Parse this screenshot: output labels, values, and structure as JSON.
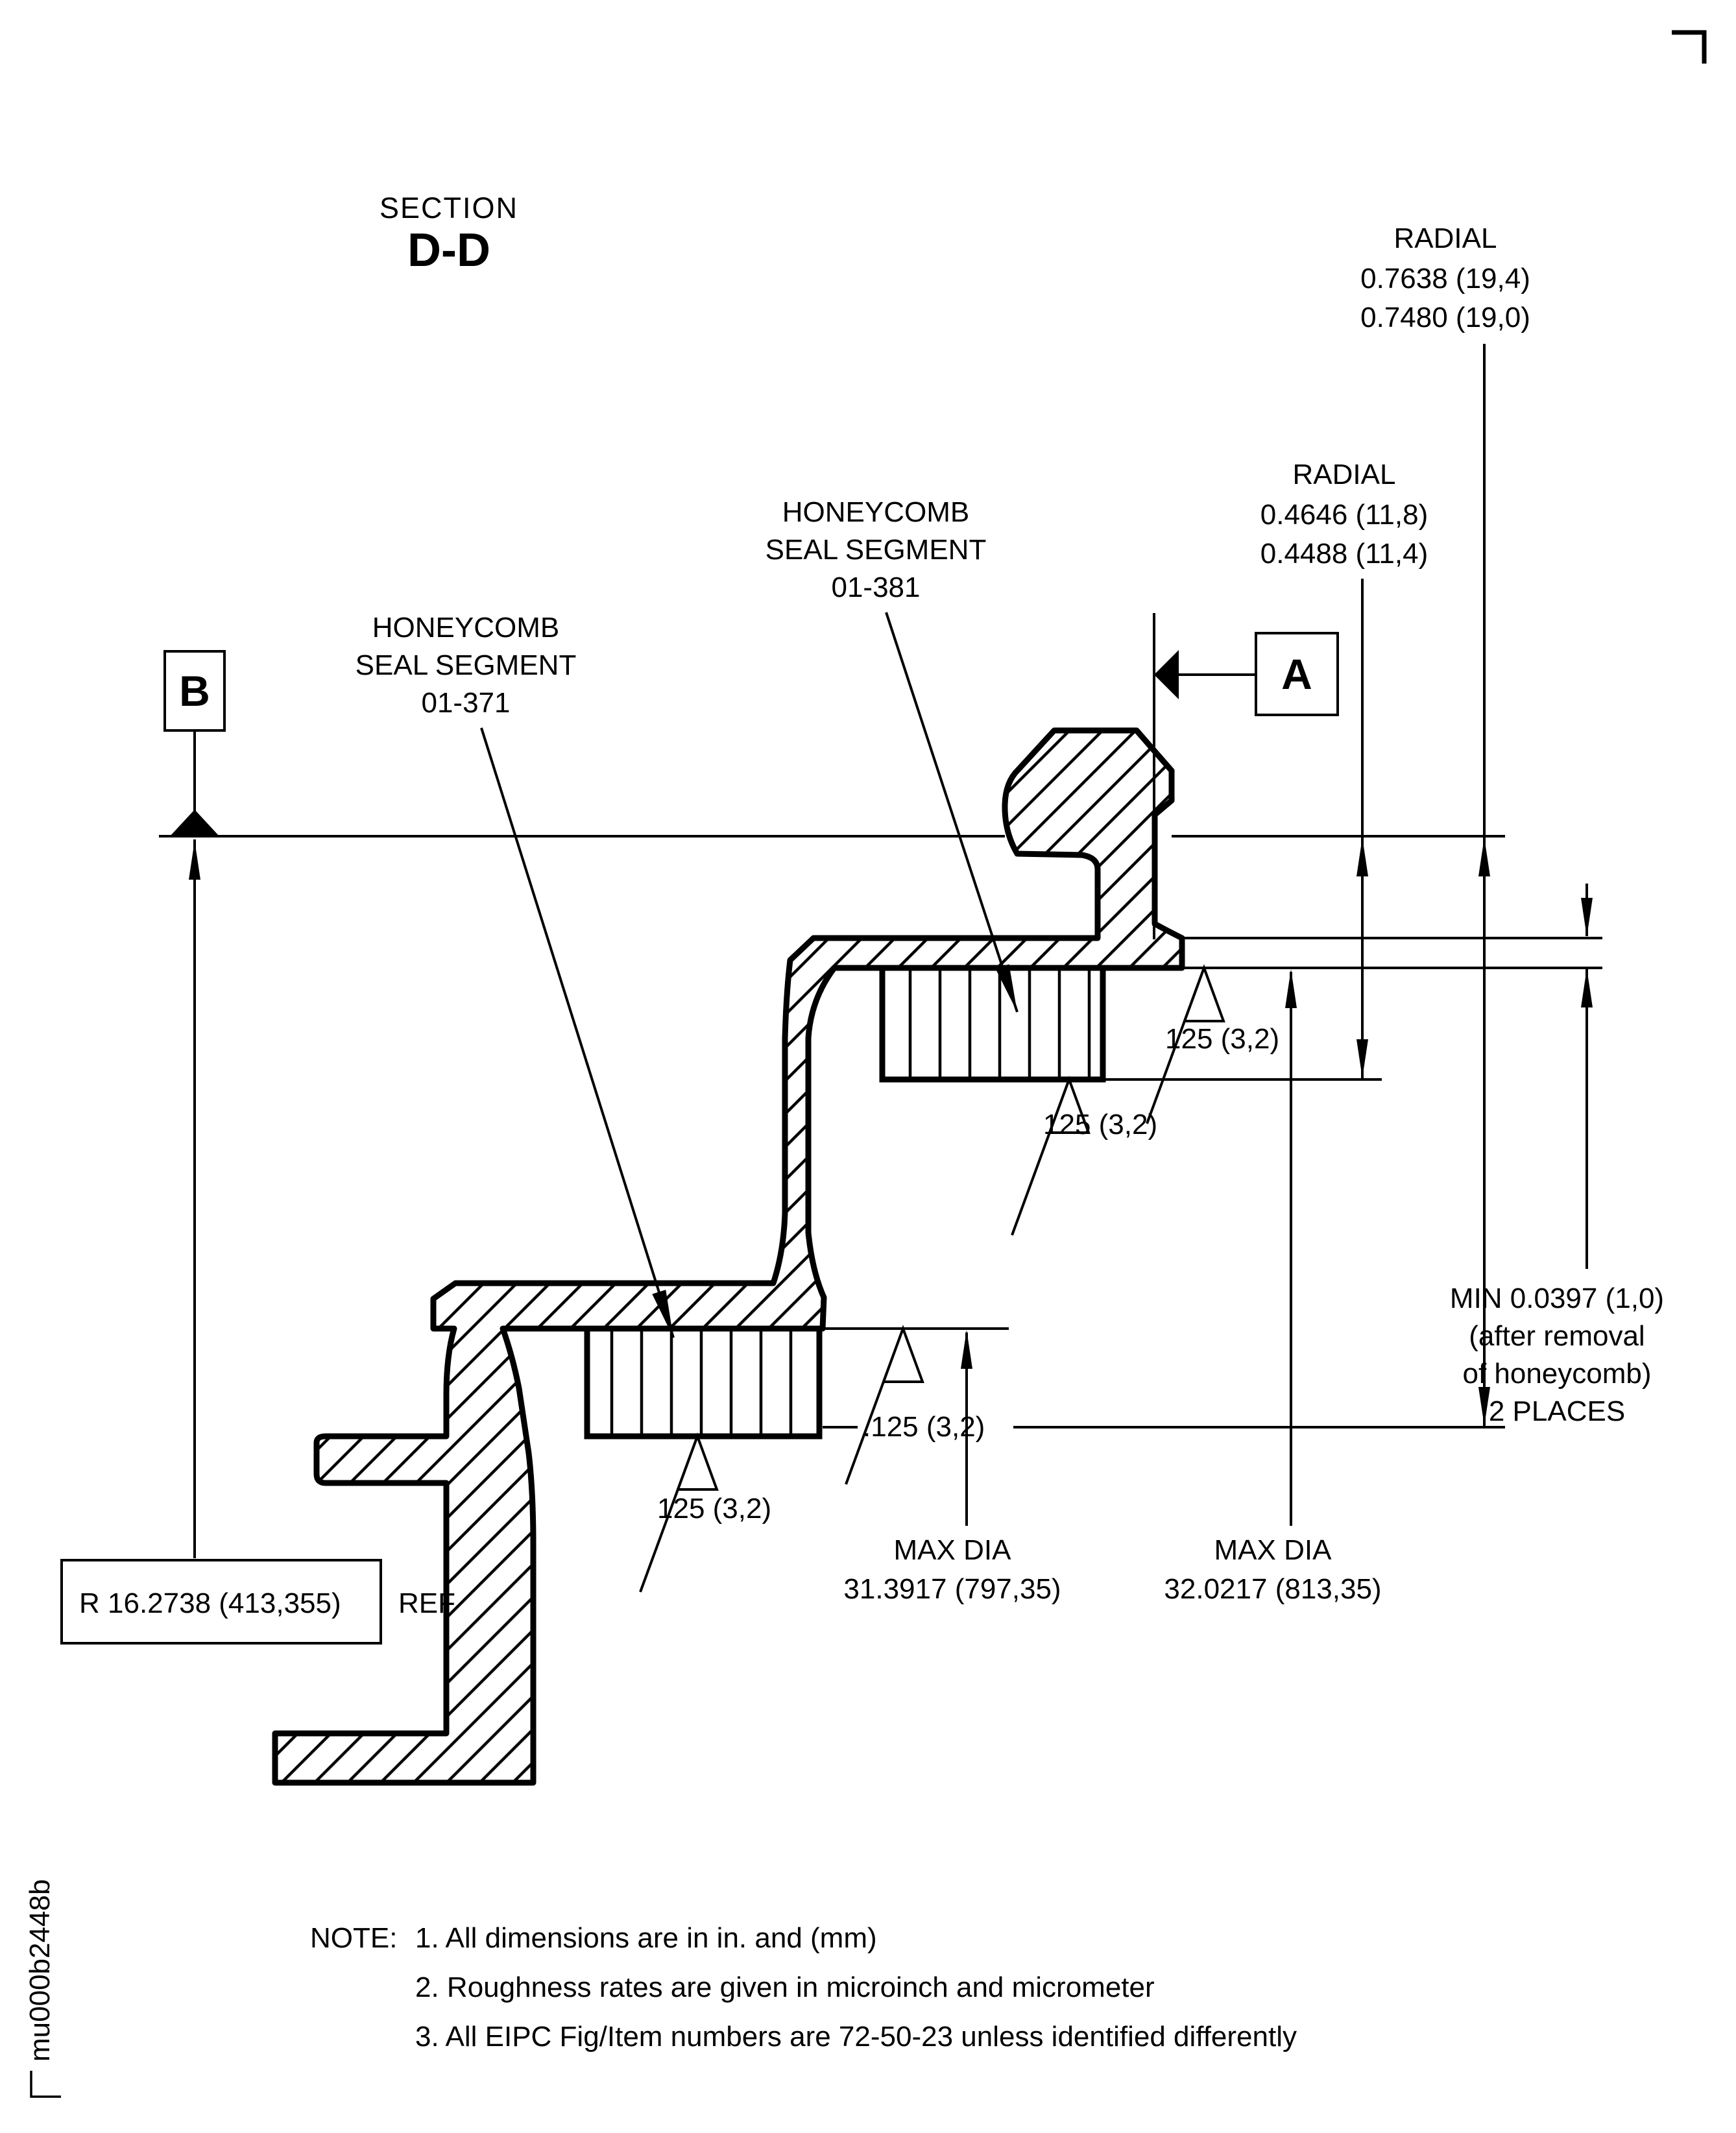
{
  "title": {
    "section": "SECTION",
    "view": "D-D"
  },
  "dims": {
    "radial_outer": {
      "label": "RADIAL",
      "line1": "0.7638  (19,4)",
      "line2": "0.7480  (19,0)"
    },
    "radial_inner": {
      "label": "RADIAL",
      "line1": "0.4646  (11,8)",
      "line2": "0.4488  (11,4)"
    },
    "min_gap": {
      "line1": "MIN 0.0397 (1,0)",
      "line2": "(after removal",
      "line3": "of honeycomb)",
      "line4": "2 PLACES"
    },
    "max_dia_inner": {
      "label": "MAX DIA",
      "value": "31.3917  (797,35)"
    },
    "max_dia_outer": {
      "label": "MAX DIA",
      "value": "32.0217  (813,35)"
    },
    "radius_ref": {
      "boxed": "R 16.2738  (413,355)",
      "suffix": "REF"
    }
  },
  "labels": {
    "seal_381": {
      "line1": "HONEYCOMB",
      "line2": "SEAL SEGMENT",
      "line3": "01-381"
    },
    "seal_371": {
      "line1": "HONEYCOMB",
      "line2": "SEAL SEGMENT",
      "line3": "01-371"
    },
    "datum_a": "A",
    "datum_b": "B"
  },
  "roughness": {
    "c1": "125  (3,2)",
    "c2": "125  (3,2)",
    "c3": ".125  (3,2)",
    "c4": "125  (3,2)"
  },
  "notes": {
    "heading": "NOTE:",
    "item1": "1. All dimensions are in in. and (mm)",
    "item2": "2. Roughness rates are given in microinch and micrometer",
    "item3": "3. All EIPC Fig/Item numbers are 72-50-23 unless identified differently"
  },
  "footer": {
    "doc_code": "mu000b2448b"
  },
  "colors": {
    "ink": "#000000",
    "paper": "#ffffff"
  }
}
